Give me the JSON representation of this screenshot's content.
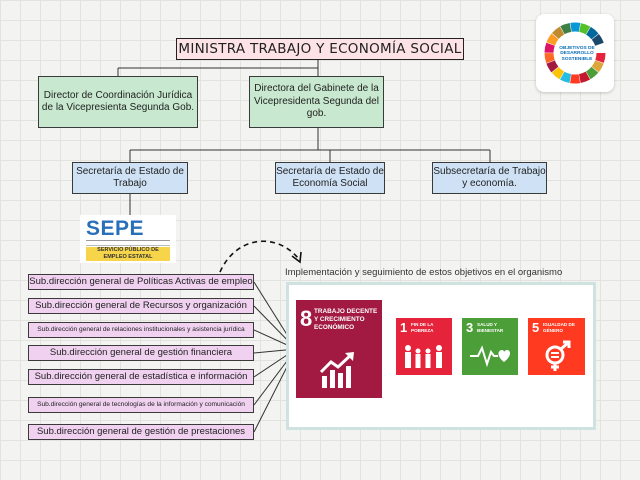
{
  "title": "MINISTRA TRABAJO Y ECONOMÍA SOCIAL",
  "directors": [
    "Director de Coordinación Jurídica de la Vicepresienta Segunda Gob.",
    "Directora del Gabinete de la Vicepresidenta Segunda del gob."
  ],
  "secretaries": [
    "Secretaría de Estado de Trabajo",
    "Secretaría de Estado de Economía Social",
    "Subsecretaría de Trabajo y economía."
  ],
  "sepe_logo": {
    "word": "SEPE",
    "band": "SERVICIO PÚBLICO DE EMPLEO ESTATAL"
  },
  "subdirections": [
    "Sub.dirección general de Políticas Activas de empleo",
    "Sub.dirección general de Recursos y organización",
    "Sub.dirección general de relaciones institucionales y asistencia jurídica",
    "Sub.dirección general de gestión financiera",
    "Sub.dirección general de estadística e información",
    "Sub.dirección general de tecnologías de la información y comunicación",
    "Sub.dirección general de gestión de prestaciones"
  ],
  "implementation_label": "Implementación y seguimiento de estos objetivos en el organismo",
  "goals": [
    {
      "number": "8",
      "label": "TRABAJO DECENTE Y CRECIMIENTO ECONÓMICO",
      "color": "#a21942",
      "icon": "growth-chart-icon"
    },
    {
      "number": "1",
      "label": "FIN DE LA POBREZA",
      "color": "#e5243b",
      "icon": "family-icon"
    },
    {
      "number": "3",
      "label": "SALUD Y BIENESTAR",
      "color": "#4c9f38",
      "icon": "heartbeat-icon"
    },
    {
      "number": "5",
      "label": "IGUALDAD DE GÉNERO",
      "color": "#ff3a21",
      "icon": "gender-equality-icon"
    }
  ],
  "sdg_logo": {
    "text": "OBJETIVOS DE DESARROLLO SOSTENIBLE"
  }
}
